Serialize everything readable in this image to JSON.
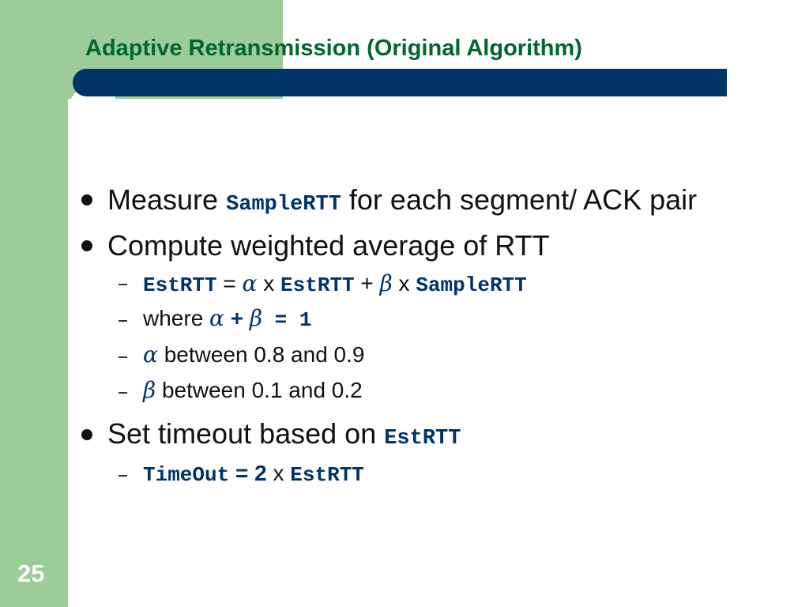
{
  "slide": {
    "title": "Adaptive Retransmission (Original Algorithm)",
    "page_number": "25"
  },
  "bullets": {
    "b1": {
      "pre": "Measure ",
      "code": "SampleRTT",
      "post": " for each segment/ ACK pair"
    },
    "b2": {
      "text": "Compute weighted average of RTT"
    },
    "s1": {
      "var1": "EstRTT",
      "eq": " = ",
      "alpha": "α",
      "x1": " x ",
      "var2": "EstRTT",
      "plus": " + ",
      "beta": "β",
      "x2": " x ",
      "var3": "SampleRTT"
    },
    "s2": {
      "where": "where ",
      "alpha": "α",
      "plus": " + ",
      "beta": "β",
      "eq_one": " = 1"
    },
    "s3": {
      "alpha": "α",
      "text": " between 0.8 and 0.9"
    },
    "s4": {
      "beta": "β",
      "text": " between 0.1 and 0.2"
    },
    "b3": {
      "pre": "Set timeout based on ",
      "code": "EstRTT"
    },
    "s5": {
      "var1": "TimeOut",
      "eq": " = ",
      "two": "2",
      "x": " x ",
      "var2": "EstRTT"
    }
  },
  "colors": {
    "green_frame": "#9ccc98",
    "title_bar": "#003366",
    "title_text": "#006633",
    "code_text": "#003366"
  }
}
